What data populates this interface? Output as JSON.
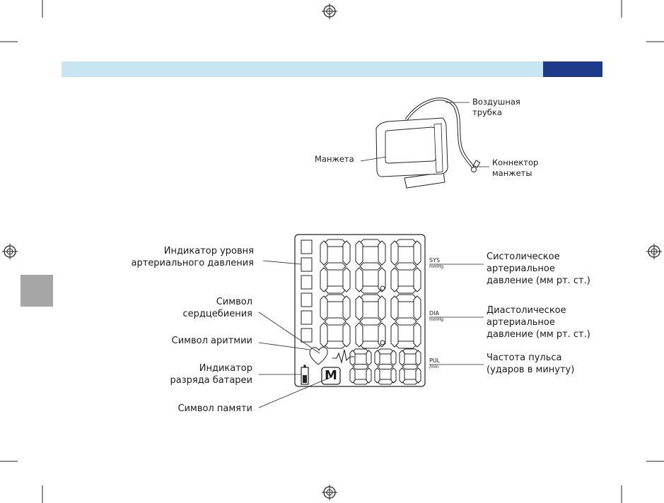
{
  "colors": {
    "header_bar": "#c8e6f2",
    "header_accent": "#1e3a8a",
    "side_tab": "#a6a6a6",
    "line": "#1a1a1a"
  },
  "cuff": {
    "tube_label_1": "Воздушная",
    "tube_label_2": "трубка",
    "cuff_label": "Манжета",
    "connector_label_1": "Коннектор",
    "connector_label_2": "манжеты"
  },
  "display": {
    "left": {
      "bp_indicator_1": "Индикатор уровня",
      "bp_indicator_2": "артериального давления",
      "heartbeat_1": "Символ",
      "heartbeat_2": "сердцебиения",
      "arrhythmia": "Символ аритмии",
      "battery_1": "Индикатор",
      "battery_2": "разряда батареи",
      "memory": "Символ памяти"
    },
    "right": {
      "sys_1": "Систолическое",
      "sys_2": "артериальное",
      "sys_3": "давление (мм рт. ст.)",
      "dia_1": "Диастолическое",
      "dia_2": "артериальное",
      "dia_3": "давление (мм рт. ст.)",
      "pul_1": "Частота пульса",
      "pul_2": "(ударов в минуту)"
    },
    "lcd": {
      "sys_tag": "SYS",
      "sys_unit": "mmHg",
      "dia_tag": "DIA",
      "dia_unit": "mmHg",
      "pul_tag": "PUL",
      "pul_unit": "/min",
      "memory_letter": "M"
    }
  }
}
